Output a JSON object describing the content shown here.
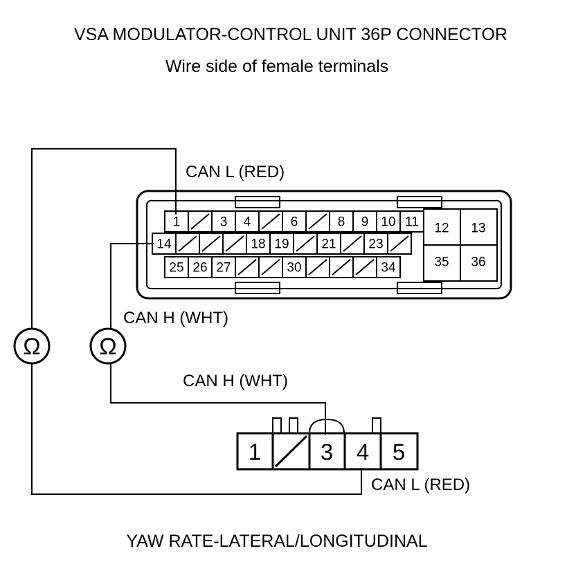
{
  "title": "VSA MODULATOR-CONTROL UNIT 36P CONNECTOR",
  "subtitle": "Wire side of female terminals",
  "top_connector": {
    "row1": [
      "1",
      "",
      "3",
      "4",
      "",
      "6",
      "",
      "8",
      "9",
      "10",
      "11"
    ],
    "row2": [
      "14",
      "",
      "",
      "",
      "18",
      "19",
      "",
      "21",
      "",
      "23",
      ""
    ],
    "row3": [
      "25",
      "26",
      "27",
      "",
      "",
      "30",
      "",
      "",
      "",
      "34"
    ],
    "right_block": [
      "12",
      "13",
      "35",
      "36"
    ]
  },
  "labels": {
    "can_l_top": "CAN L (RED)",
    "can_h_top": "CAN H (WHT)",
    "can_h_bottom": "CAN H (WHT)",
    "can_l_bottom": "CAN L (RED)"
  },
  "meter_symbol": "Ω",
  "bottom_connector": {
    "pins": [
      "1",
      "",
      "3",
      "4",
      "5"
    ]
  },
  "footer": "YAW RATE-LATERAL/LONGITUDINAL"
}
